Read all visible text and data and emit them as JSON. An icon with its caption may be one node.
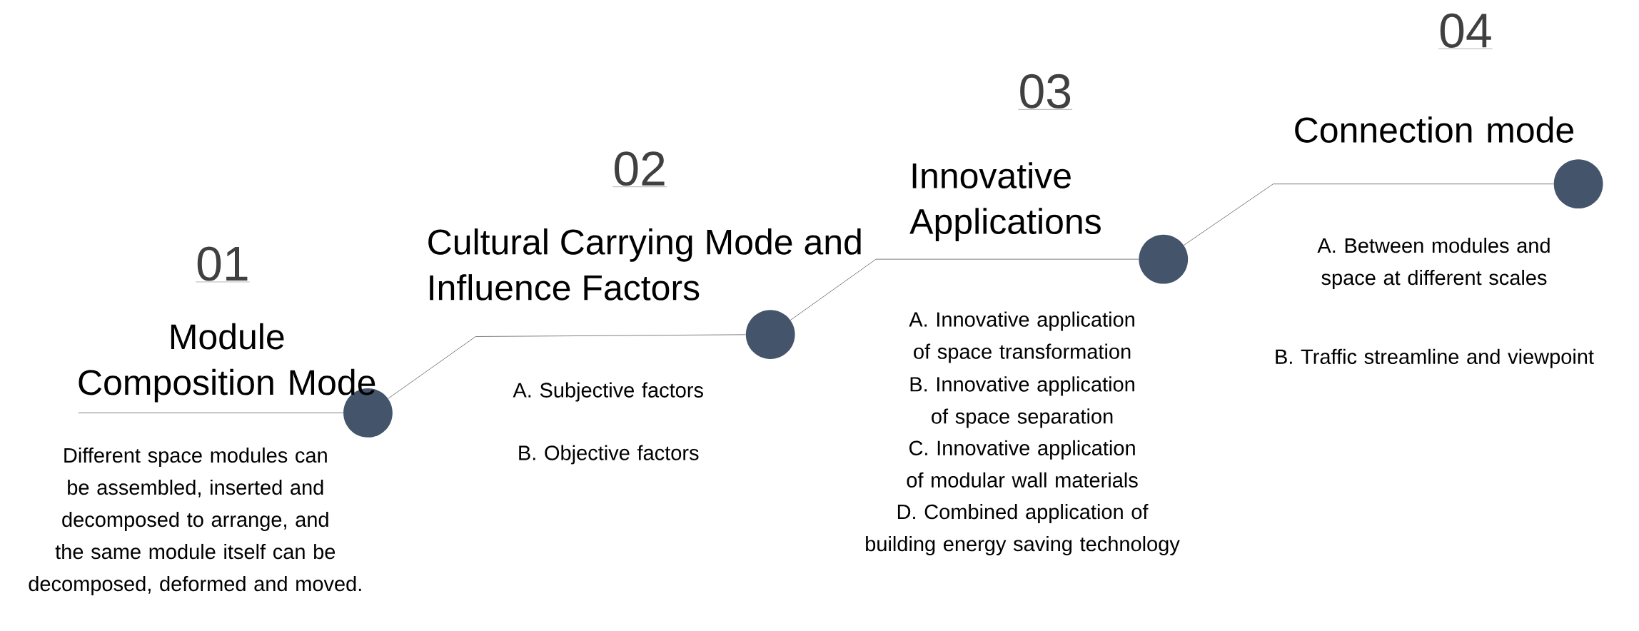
{
  "diagram": {
    "nodes": [
      {
        "text": [],
        "shape": "circle",
        "beside": [
          "01",
          "Module Composition Mode",
          "Different space modules can be assembled, inserted and decomposed to arrange, and the same module itself can be decomposed, deformed and moved."
        ]
      },
      {
        "text": [],
        "shape": "circle",
        "beside": [
          "02",
          "Cultural Carrying Mode and Influence Factors",
          "A. Subjective factors",
          "B. Objective factors"
        ]
      },
      {
        "text": [],
        "shape": "circle",
        "beside": [
          "03",
          "Innovative Applications",
          "A. Innovative application of space transformation",
          "B. Innovative application of space separation",
          "C. Innovative application of modular wall materials",
          "D. Combined application of building energy saving technology"
        ]
      },
      {
        "text": [],
        "shape": "circle",
        "beside": [
          "04",
          "Connection mode",
          "A. Between modules and space at different scales",
          "B. Traffic streamline and viewpoint"
        ]
      }
    ],
    "edges": [
      {
        "from": null,
        "to": 0,
        "arrow": "none"
      },
      {
        "from": 0,
        "to": 1,
        "arrow": "none"
      },
      {
        "from": 1,
        "to": 2,
        "arrow": "none"
      },
      {
        "from": 2,
        "to": 3,
        "arrow": "none"
      }
    ]
  }
}
